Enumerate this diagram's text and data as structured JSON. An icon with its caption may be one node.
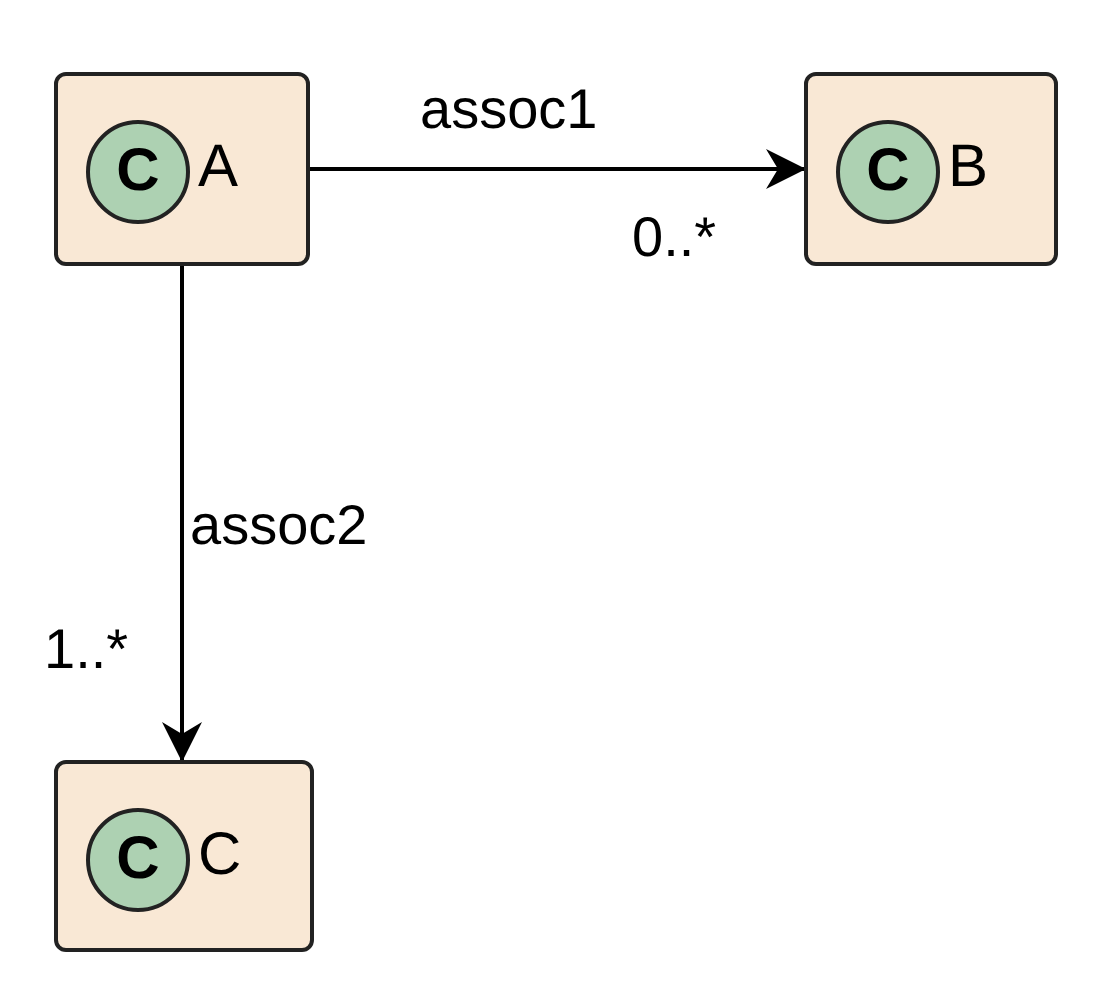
{
  "diagram": {
    "nodes": [
      {
        "text": [
          "A"
        ]
      },
      {
        "text": [
          "C"
        ],
        "in": 0
      },
      {
        "text": [
          "B"
        ]
      },
      {
        "text": [
          "C"
        ],
        "in": 2
      },
      {
        "text": [
          "C"
        ]
      },
      {
        "text": [
          "C"
        ],
        "in": 4
      }
    ],
    "edges": [
      {
        "from": 0,
        "to": 2,
        "arrow": "to",
        "label": "assoc1"
      },
      {
        "from": 0,
        "to": 4,
        "arrow": "to",
        "label": "assoc2"
      }
    ],
    "labels": [
      "0..*",
      "1..*"
    ]
  }
}
